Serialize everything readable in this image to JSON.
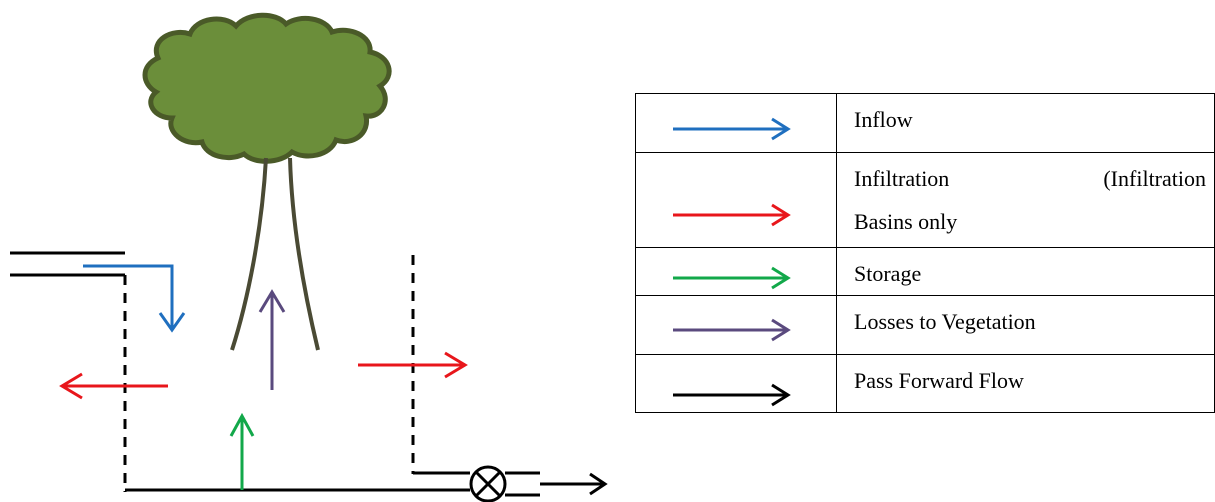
{
  "colors": {
    "inflow": "#1f6fbf",
    "infiltration": "#e8161b",
    "storage": "#12a84a",
    "vegetation": "#5a4a7e",
    "pass_forward": "#000000",
    "tree_fill": "#6b8e3a",
    "tree_outline": "#4a5a28",
    "trunk": "#4a4a34"
  },
  "legend": [
    {
      "id": "inflow",
      "label": "Inflow",
      "color_key": "inflow"
    },
    {
      "id": "infiltration",
      "label_line1_a": "Infiltration",
      "label_line1_b": "(Infiltration",
      "label_line2": "Basins only",
      "color_key": "infiltration"
    },
    {
      "id": "storage",
      "label": "Storage",
      "color_key": "storage"
    },
    {
      "id": "vegetation",
      "label": "Losses to Vegetation",
      "color_key": "vegetation"
    },
    {
      "id": "pass_forward",
      "label": "Pass Forward Flow",
      "color_key": "pass_forward"
    }
  ],
  "icons": {
    "tree": "tree-icon",
    "valve": "valve-icon"
  }
}
